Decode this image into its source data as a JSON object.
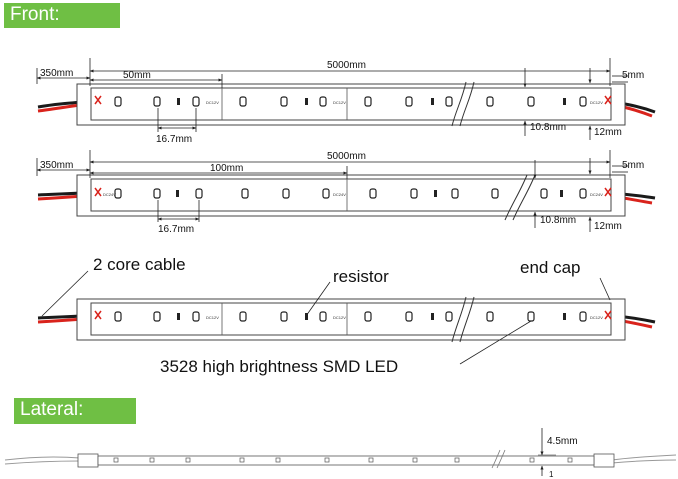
{
  "sections": {
    "front": "Front:",
    "lateral": "Lateral:"
  },
  "strips": [
    {
      "cable_length": "350mm",
      "segment_length": "50mm",
      "total_length": "5000mm",
      "led_pitch": "16.7mm",
      "width": "10.8mm",
      "end_cap_width": "12mm",
      "end_offset": "5mm",
      "voltage_mark": "DC12V"
    },
    {
      "cable_length": "350mm",
      "segment_length": "100mm",
      "total_length": "5000mm",
      "led_pitch": "16.7mm",
      "width": "10.8mm",
      "end_cap_width": "12mm",
      "end_offset": "5mm",
      "voltage_mark": "DC24V"
    }
  ],
  "callouts": {
    "cable": "2 core cable",
    "resistor": "resistor",
    "end_cap": "end cap",
    "led": "3528 high brightness SMD LED"
  },
  "lateral": {
    "height": "4.5mm",
    "base_mark": "1"
  },
  "colors": {
    "label_green": "#6fbf44",
    "wire_red": "#d9231c",
    "wire_black": "#1a1a1a",
    "outline": "#333333"
  }
}
